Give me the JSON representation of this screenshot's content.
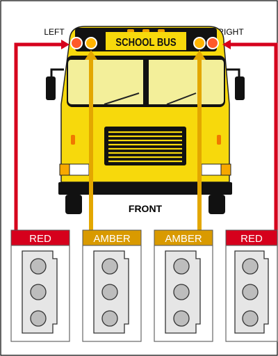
{
  "labels": {
    "left": "LEFT",
    "right": "RIGHT",
    "sign": "SCHOOL BUS",
    "front": "FRONT"
  },
  "connectors": [
    {
      "label": "RED",
      "color": "#d6001c"
    },
    {
      "label": "AMBER",
      "color": "#d99a00"
    },
    {
      "label": "AMBER",
      "color": "#d99a00"
    },
    {
      "label": "RED",
      "color": "#d6001c"
    }
  ],
  "colors": {
    "bus_yellow": "#f7d90c",
    "wire_red": "#d6001c",
    "wire_amber": "#e3a700",
    "bus_black": "#111111",
    "lamp_red": "#ff5a2a",
    "lamp_amber": "#ffb400"
  }
}
